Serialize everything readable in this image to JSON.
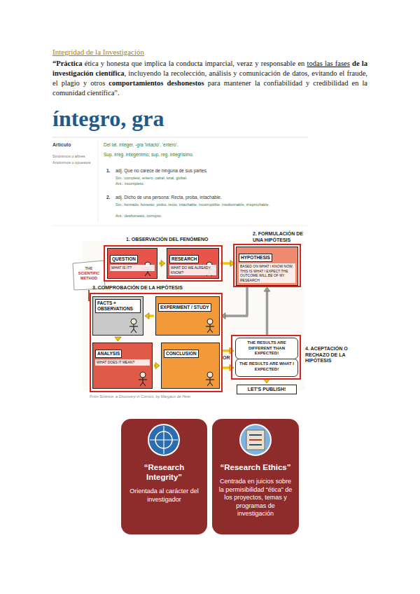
{
  "diagram": {
    "title": "Integridad de la Investigación",
    "caption": "From Science: a Discovery in Comics, by Margaux de Heer",
    "nodes": [
      {
        "text": [
          "1. OBSERVACIÓN DEL FENÓMENO"
        ]
      },
      {
        "text": [
          "QUESTION",
          "WHAT IS IT?"
        ],
        "in": 0
      },
      {
        "text": [
          "RESEARCH",
          "WHAT DO WE ALREADY KNOW?"
        ],
        "in": 0
      },
      {
        "text": [
          "2. FORMULACIÓN DE UNA HIPÓTESIS"
        ]
      },
      {
        "text": [
          "HYPOTHESIS",
          "BASED ON WHAT I KNOW NOW, THIS IS WHAT I EXPECT THE OUTCOME WILL BE OF MY RESEARCH"
        ],
        "in": 3
      },
      {
        "text": [
          "3. COMPROBACIÓN DE LA HIPÓTESIS"
        ]
      },
      {
        "text": [
          "FACTS + OBSERVATIONS"
        ],
        "in": 5
      },
      {
        "text": [
          "EXPERIMENT / STUDY"
        ],
        "in": 5
      },
      {
        "text": [
          "ANALYSIS",
          "WHAT DOES IT MEAN?"
        ],
        "in": 5
      },
      {
        "text": [
          "CONCLUSION"
        ],
        "in": 5
      },
      {
        "text": [
          "4. ACEPTACIÓN O RECHAZO DE LA HIPÓTESIS"
        ]
      },
      {
        "text": [
          "THE RESULTS ARE DIFFERENT THAN EXPECTED!"
        ],
        "in": 10
      },
      {
        "text": [
          "THE RESULTS ARE WHAT I EXPECTED!"
        ],
        "in": 10
      },
      {
        "text": [
          "LET'S PUBLISH!"
        ]
      },
      {
        "text": [
          "“Research Integrity”",
          "Orientada al carácter del investigador"
        ]
      },
      {
        "text": [
          "“Research Ethics”",
          "Centrada en juicios sobre la permisibilidad “ética” de los proyectos, temas y programas de investigación"
        ]
      }
    ],
    "edges": [
      {
        "from": 1,
        "to": 2,
        "arrow": "to"
      },
      {
        "from": 2,
        "to": 4,
        "arrow": "to"
      },
      {
        "from": 4,
        "to": 7,
        "arrow": "to"
      },
      {
        "from": 7,
        "to": 6,
        "arrow": "to"
      },
      {
        "from": 6,
        "to": 8,
        "arrow": "to"
      },
      {
        "from": 8,
        "to": 9,
        "arrow": "to"
      },
      {
        "from": 9,
        "to": 11,
        "arrow": "to"
      },
      {
        "from": 9,
        "to": 12,
        "arrow": "to"
      },
      {
        "from": 11,
        "to": 4,
        "arrow": "to"
      },
      {
        "from": 12,
        "to": 13,
        "arrow": "to"
      }
    ],
    "labels": [
      "“Práctica",
      "ética y honesta que implica la conducta imparcial, veraz y responsable en",
      "todas las fases",
      "de la investigación científica",
      ", incluyendo la recolección, análisis y comunicación de datos, evitando el fraude, el plagio y otros",
      "comportamientos deshonestos",
      "para mantener la confiabilidad y credibilidad en la comunidad científica”.",
      "íntegro, gra",
      "Artículo",
      "Sinónimos o afines",
      "Antónimos u opuestos",
      "Del lat. integer, -gra 'intacto', 'entero'.",
      "Sup. irreg. integérrimo; sup. reg. integrísimo.",
      "1.",
      "adj. Que no carece de ninguna de sus partes.",
      "Sin.: completo, entero, cabal, total, global.",
      "Ant.: incompleto.",
      "2.",
      "adj. Dicho de una persona: Recta, proba, intachable.",
      "Sin.: honrado, honesto, probo, recto, intachable, incorruptible, insobornable, irreprochable.",
      "Ant.: deshonesto, corrupto.",
      "THE SCIENTIFIC METHOD",
      "OR"
    ]
  }
}
